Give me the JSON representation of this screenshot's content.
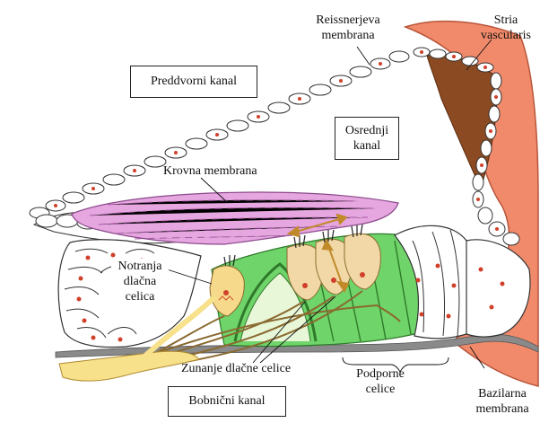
{
  "labels": {
    "preddvorni": "Preddvorni kanal",
    "reissner_1": "Reissnerjeva",
    "reissner_2": "membrana",
    "stria_1": "Stria",
    "stria_2": "vascularis",
    "osrednji_1": "Osrednji",
    "osrednji_2": "kanal",
    "krovna": "Krovna membrana",
    "notranja_1": "Notranja",
    "notranja_2": "dlačna",
    "notranja_3": "celica",
    "zunanje": "Zunanje dlačne celice",
    "podporne_1": "Podporne",
    "podporne_2": "celice",
    "bobnicni": "Bobnični kanal",
    "bazilarna_1": "Bazilarna",
    "bazilarna_2": "membrana"
  },
  "colors": {
    "stria_outer": "#f08a6a",
    "stria_inner": "#8b4a22",
    "tectorial": "#e6a6e0",
    "outer_hair_cell": "#f2d8a6",
    "support_cells": "#6fd46a",
    "inner_hair_cell": "#f6d98a",
    "nucleus": "#d0402a",
    "nerve": "#f7e18a"
  }
}
